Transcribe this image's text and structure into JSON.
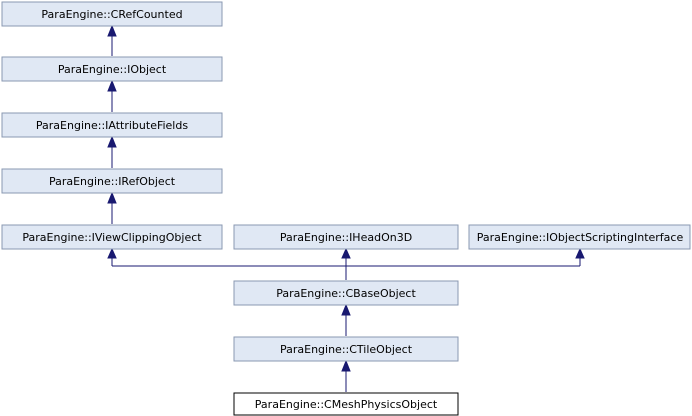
{
  "colors": {
    "node_fill": "#e0e8f4",
    "node_border": "#8a98b2",
    "current_fill": "#ffffff",
    "current_border": "#000000",
    "edge": "#191970"
  },
  "nodes": {
    "crefcounted": "ParaEngine::CRefCounted",
    "iobject": "ParaEngine::IObject",
    "iattributefields": "ParaEngine::IAttributeFields",
    "irefobject": "ParaEngine::IRefObject",
    "iviewclippingobject": "ParaEngine::IViewClippingObject",
    "iheadon3d": "ParaEngine::IHeadOn3D",
    "iobjectscriptinginterface": "ParaEngine::IObjectScriptingInterface",
    "cbaseobject": "ParaEngine::CBaseObject",
    "ctileobject": "ParaEngine::CTileObject",
    "cmeshphysicsobject": "ParaEngine::CMeshPhysicsObject"
  }
}
